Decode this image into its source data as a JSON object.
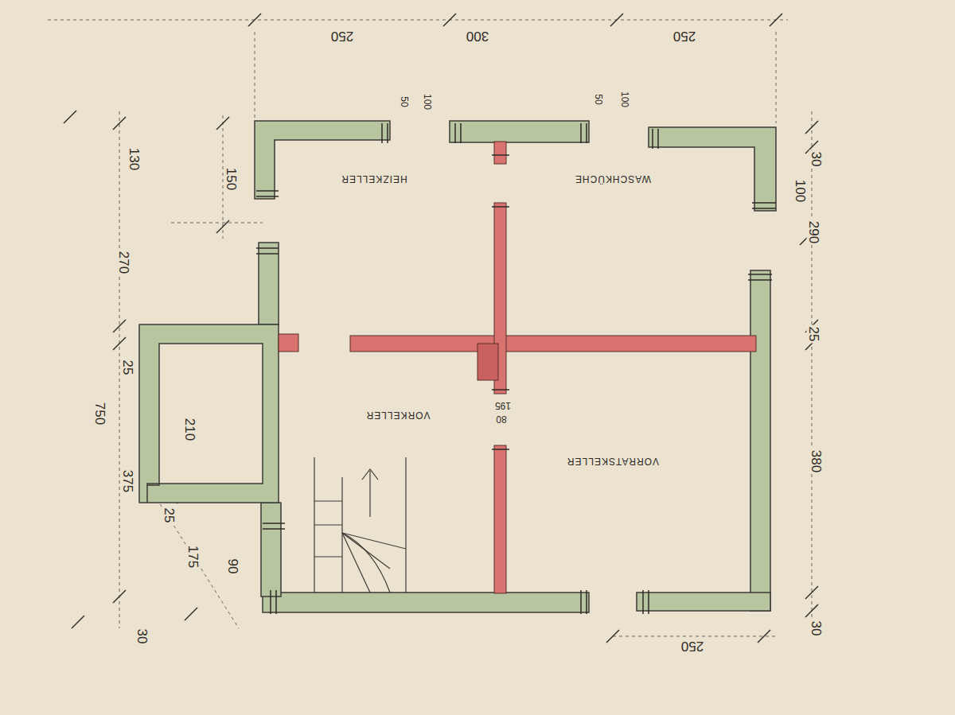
{
  "diagram": {
    "labels": [
      "250",
      "300",
      "250",
      "100",
      "50",
      "100",
      "50",
      "HEIZKELLER",
      "WASCHKÜCHE",
      "VORKELLER",
      "195",
      "80",
      "VORRATSKELLER",
      "30",
      "100",
      "290",
      "25",
      "380",
      "30",
      "130",
      "150",
      "270",
      "750",
      "25",
      "210",
      "375",
      "25",
      "175",
      "90",
      "30",
      "250"
    ]
  }
}
